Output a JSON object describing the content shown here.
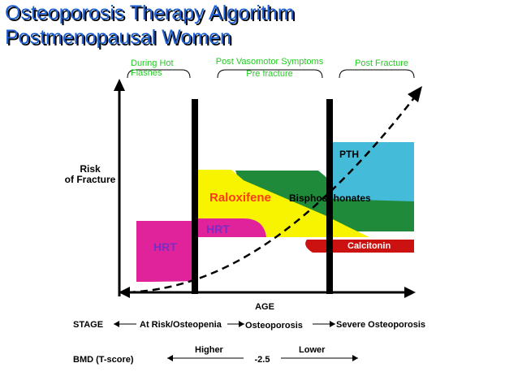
{
  "title": {
    "line1": "Osteoporosis Therapy Algorithm",
    "line2": "Postmenopausal Women"
  },
  "phases": {
    "hot_flashes_line1": "During Hot",
    "hot_flashes_line2": "Flashes",
    "post_vasomotor_line1": "Post Vasomotor Symptoms",
    "post_vasomotor_line2": "Pre fracture",
    "post_fracture": "Post Fracture"
  },
  "axes": {
    "y_label_line1": "Risk",
    "y_label_line2": "of Fracture",
    "x_label": "AGE"
  },
  "therapies": {
    "pth": "PTH",
    "raloxifene": "Raloxifene",
    "bisphosphonates": "Bisphosphonates",
    "hrt_upper": "HRT",
    "hrt_lower": "HRT",
    "calcitonin": "Calcitonin"
  },
  "stage_row": {
    "label": "STAGE",
    "at_risk": "At Risk/Osteopenia",
    "osteoporosis": "Osteoporosis",
    "severe": "Severe Osteoporosis"
  },
  "bmd_row": {
    "label": "BMD (T-score)",
    "higher": "Higher",
    "lower": "Lower",
    "threshold": "-2.5"
  },
  "colors": {
    "title_blue": "#1d5fd0",
    "phase_green": "#22cc22",
    "pth_blue": "#44bbd8",
    "raloxifene_yellow": "#f8f400",
    "bisphosphonate_green": "#1f8a3a",
    "hrt_magenta": "#e0239a",
    "hrt_text": "#7a2cc4",
    "calcitonin_red": "#cc1111",
    "raloxifene_text": "#ff3a1a"
  }
}
